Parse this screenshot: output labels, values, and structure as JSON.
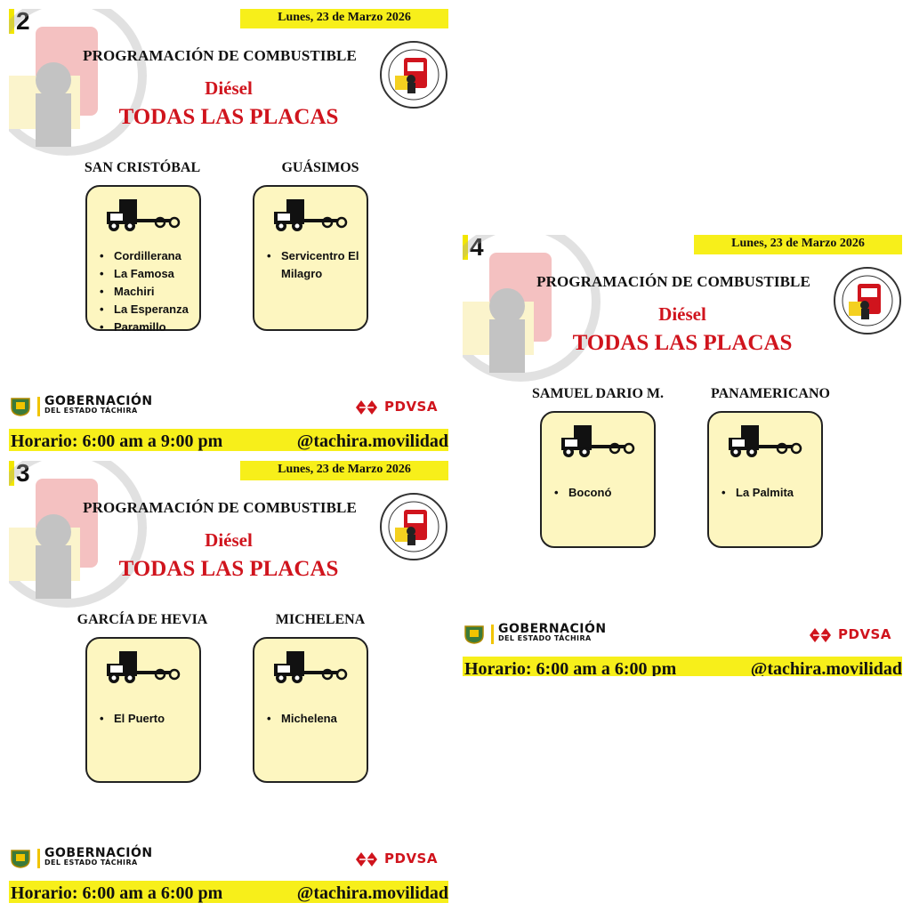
{
  "cards": [
    {
      "number": "2",
      "date": "Lunes, 23 de Marzo 2026",
      "title": "PROGRAMACIÓN DE COMBUSTIBLE",
      "fuel": "Diésel",
      "plates": "TODAS LAS PLACAS",
      "columns": [
        {
          "title": "SAN CRISTÓBAL",
          "stations": [
            "Cordillerana",
            "La Famosa",
            "Machiri",
            "La Esperanza",
            "Paramillo"
          ]
        },
        {
          "title": "GUÁSIMOS",
          "stations": [
            "Servicentro El Milagro"
          ]
        }
      ],
      "gob_title": "GOBERNACIÓN",
      "gob_sub": "DEL ESTADO TÁCHIRA",
      "pdvsa": "PDVSA",
      "hours": "Horario: 6:00 am a 9:00 pm",
      "handle": "@tachira.movilidad"
    },
    {
      "number": "3",
      "date": "Lunes, 23 de Marzo 2026",
      "title": "PROGRAMACIÓN DE COMBUSTIBLE",
      "fuel": "Diésel",
      "plates": "TODAS LAS PLACAS",
      "columns": [
        {
          "title": "GARCÍA DE HEVIA",
          "stations": [
            "El Puerto"
          ]
        },
        {
          "title": "MICHELENA",
          "stations": [
            "Michelena"
          ]
        }
      ],
      "gob_title": "GOBERNACIÓN",
      "gob_sub": "DEL ESTADO TÁCHIRA",
      "pdvsa": "PDVSA",
      "hours": "Horario: 6:00 am a 6:00 pm",
      "handle": "@tachira.movilidad"
    },
    {
      "number": "4",
      "date": "Lunes, 23 de Marzo 2026",
      "title": "PROGRAMACIÓN DE COMBUSTIBLE",
      "fuel": "Diésel",
      "plates": "TODAS LAS PLACAS",
      "columns": [
        {
          "title": "SAMUEL DARIO M.",
          "stations": [
            "Boconó"
          ]
        },
        {
          "title": "PANAMERICANO",
          "stations": [
            "La Palmita"
          ]
        }
      ],
      "gob_title": "GOBERNACIÓN",
      "gob_sub": "DEL ESTADO TÁCHIRA",
      "pdvsa": "PDVSA",
      "hours": "Horario: 6:00 am a 6:00 pm",
      "handle": "@tachira.movilidad"
    }
  ],
  "colors": {
    "accent_yellow": "#f7ef1a",
    "red": "#d0141d",
    "box_fill": "#fdf6c0"
  },
  "icons": {
    "truck": "truck-icon",
    "seal": "movilidad-seal-icon",
    "shield": "tachira-shield-icon",
    "pdvsa": "pdvsa-logo-icon"
  }
}
